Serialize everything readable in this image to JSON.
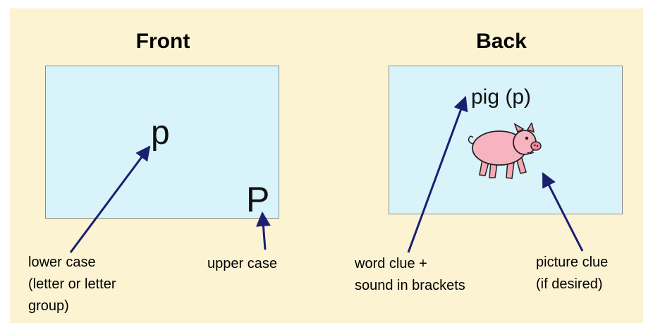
{
  "front": {
    "heading": "Front",
    "lower_letter": "p",
    "upper_letter": "P",
    "lower_label": "lower case\n(letter or letter\ngroup)",
    "upper_label": "upper case"
  },
  "back": {
    "heading": "Back",
    "word": "pig (p)",
    "word_label": "word clue +\nsound in brackets",
    "picture_label": "picture clue\n(if desired)",
    "picture_icon": "pig-icon"
  },
  "colors": {
    "panel": "#fcf3d3",
    "card": "#d9f3fb",
    "arrow": "#1a1f6e"
  }
}
